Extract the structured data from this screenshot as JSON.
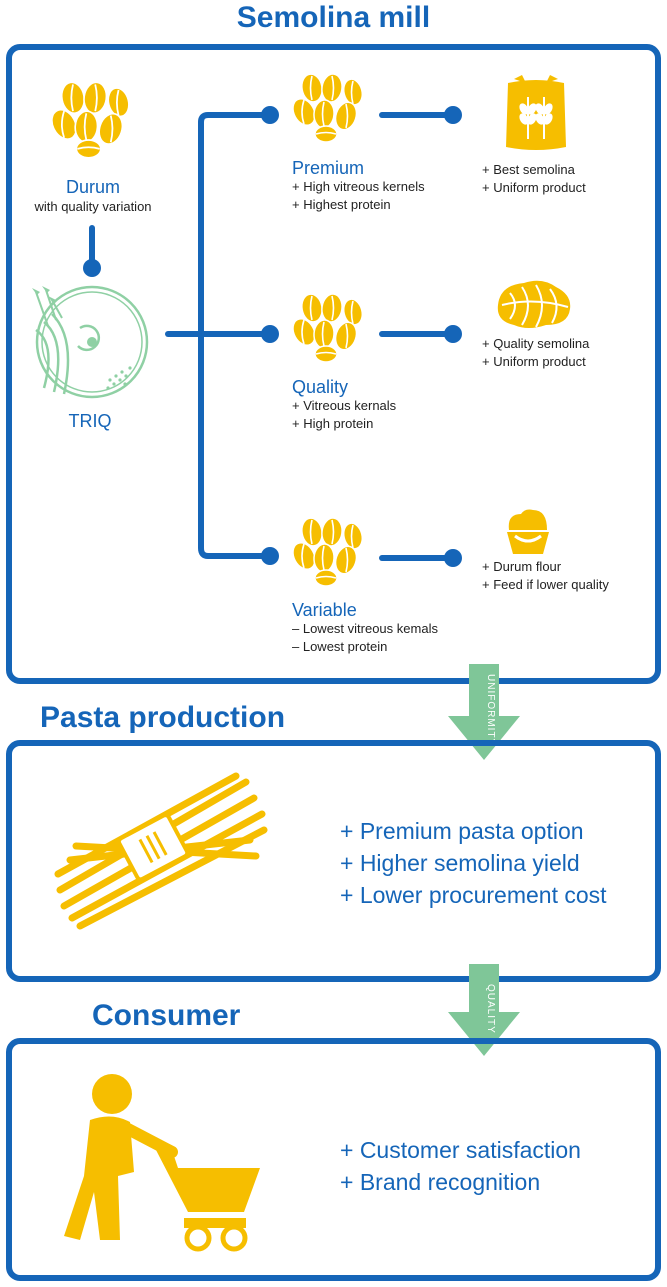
{
  "semolina_mill": {
    "title": "Semolina mill",
    "durum": {
      "name": "Durum",
      "desc": "with quality variation"
    },
    "triq": "TRIQ",
    "tiers": [
      {
        "name": "Premium",
        "props": [
          "+ High vitreous kernels",
          "+ Highest protein"
        ],
        "outcomes": [
          "+ Best semolina",
          "+ Uniform product"
        ],
        "outcome_icon": "flour-sack-icon"
      },
      {
        "name": "Quality",
        "props": [
          "+ Vitreous kernals",
          "+ High protein"
        ],
        "outcomes": [
          "+ Quality semolina",
          "+ Uniform product"
        ],
        "outcome_icon": "braided-bread-icon"
      },
      {
        "name": "Variable",
        "props": [
          "– Lowest vitreous kemals",
          "– Lowest protein"
        ],
        "outcomes": [
          "+ Durum flour",
          "+ Feed if lower quality"
        ],
        "outcome_icon": "muffin-icon"
      }
    ]
  },
  "arrows": {
    "first": "UNIFORMITY",
    "second": "QUALITY"
  },
  "pasta_production": {
    "title": "Pasta production",
    "benefits": [
      "+ Premium pasta option",
      "+ Higher semolina yield",
      "+ Lower procurement cost"
    ],
    "icon": "pasta-bundle-icon"
  },
  "consumer": {
    "title": "Consumer",
    "benefits": [
      "+ Customer satisfaction",
      "+ Brand recognition"
    ],
    "icon": "shopper-with-cart-icon"
  },
  "colors": {
    "blue": "#1565b8",
    "yellow": "#f6be00",
    "green": "#7fc698",
    "triq_green": "#8fd0a4"
  }
}
